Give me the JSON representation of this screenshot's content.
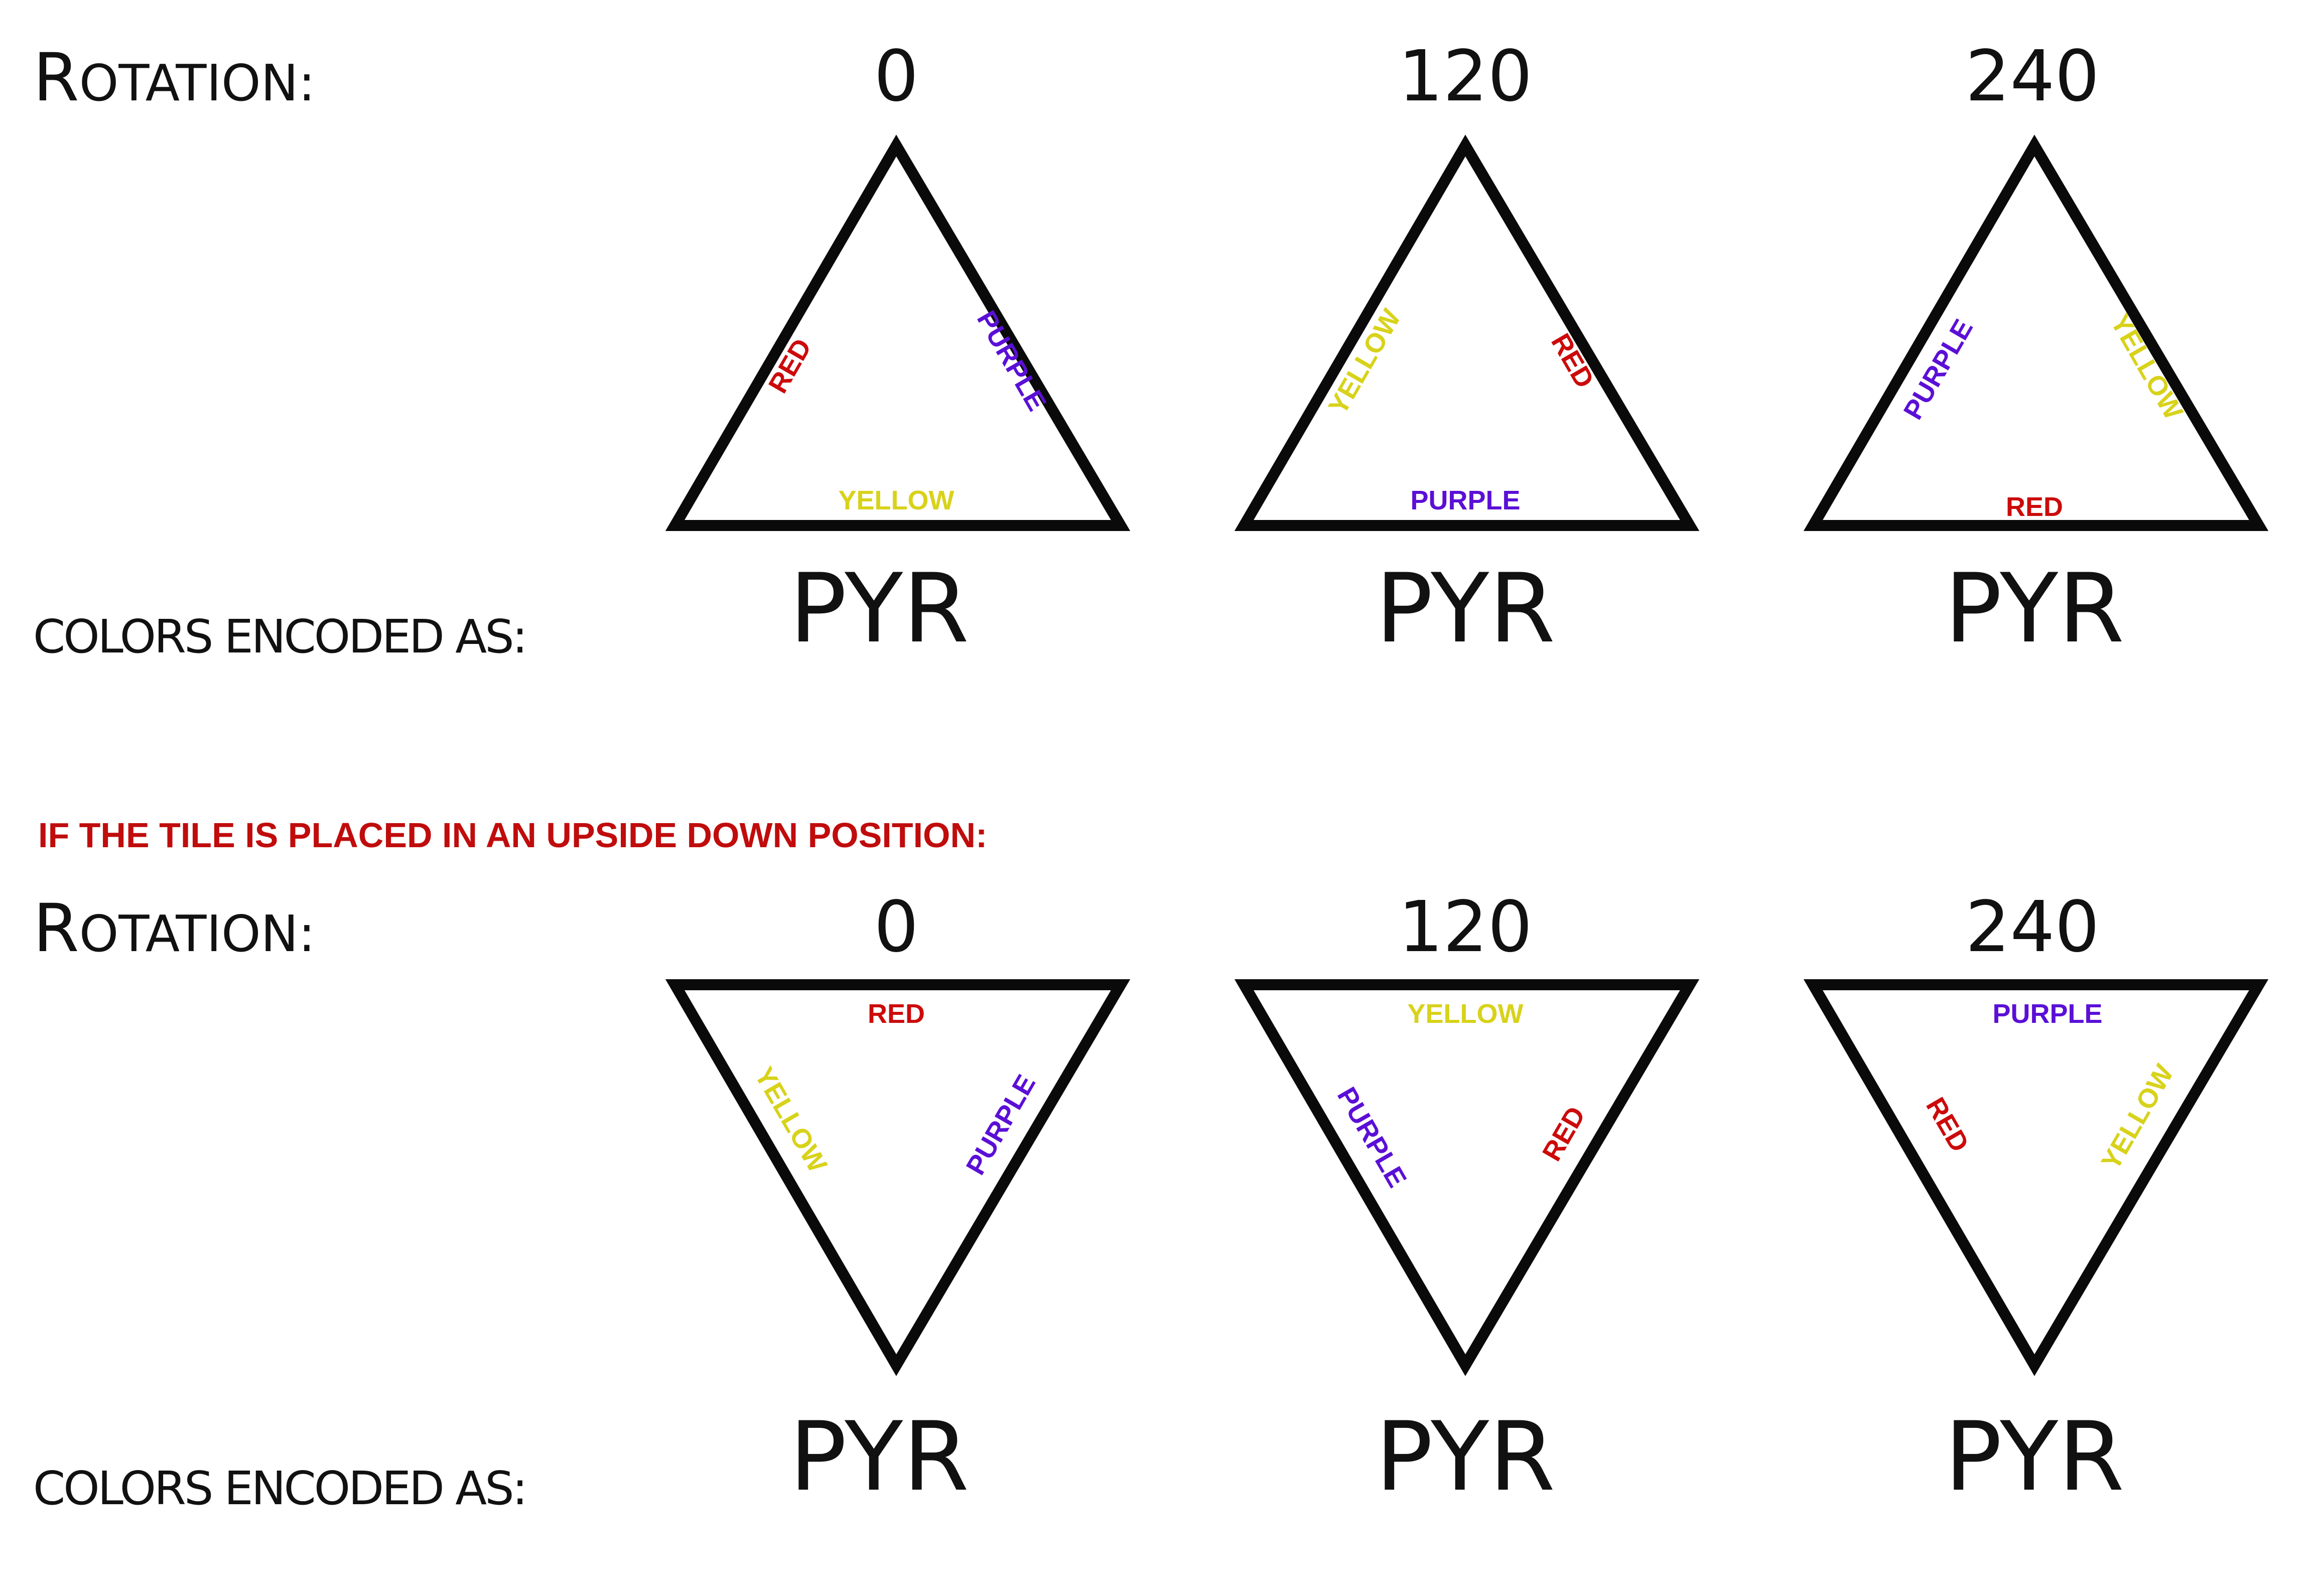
{
  "colors": {
    "red": "#cc0a0a",
    "purple": "#5b0fd6",
    "yellow": "#d8d21a",
    "warning": "#c00c0c"
  },
  "labels": {
    "rotation_first": "R",
    "rotation_rest": "OTATION:",
    "encoded": "COLORS ENCODED AS:",
    "upside_down_notice": "IF THE TILE IS PLACED IN AN UPSIDE DOWN POSITION:"
  },
  "rows": [
    {
      "orientation": "up",
      "tiles": [
        {
          "angle": "0",
          "code": "PYR",
          "left": {
            "text": "RED",
            "color": "red"
          },
          "right": {
            "text": "PURPLE",
            "color": "purple"
          },
          "bottom": {
            "text": "YELLOW",
            "color": "yellow"
          }
        },
        {
          "angle": "120",
          "code": "PYR",
          "left": {
            "text": "YELLOW",
            "color": "yellow"
          },
          "right": {
            "text": "RED",
            "color": "red"
          },
          "bottom": {
            "text": "PURPLE",
            "color": "purple"
          }
        },
        {
          "angle": "240",
          "code": "PYR",
          "left": {
            "text": "PURPLE",
            "color": "purple"
          },
          "right": {
            "text": "YELLOW",
            "color": "yellow"
          },
          "bottom": {
            "text": "RED",
            "color": "red"
          }
        }
      ]
    },
    {
      "orientation": "down",
      "tiles": [
        {
          "angle": "0",
          "code": "PYR",
          "top": {
            "text": "RED",
            "color": "red"
          },
          "left": {
            "text": "YELLOW",
            "color": "yellow"
          },
          "right": {
            "text": "PURPLE",
            "color": "purple"
          }
        },
        {
          "angle": "120",
          "code": "PYR",
          "top": {
            "text": "YELLOW",
            "color": "yellow"
          },
          "left": {
            "text": "PURPLE",
            "color": "purple"
          },
          "right": {
            "text": "RED",
            "color": "red"
          }
        },
        {
          "angle": "240",
          "code": "PYR",
          "top": {
            "text": "PURPLE",
            "color": "purple"
          },
          "left": {
            "text": "RED",
            "color": "red"
          },
          "right": {
            "text": "YELLOW",
            "color": "yellow"
          }
        }
      ]
    }
  ]
}
